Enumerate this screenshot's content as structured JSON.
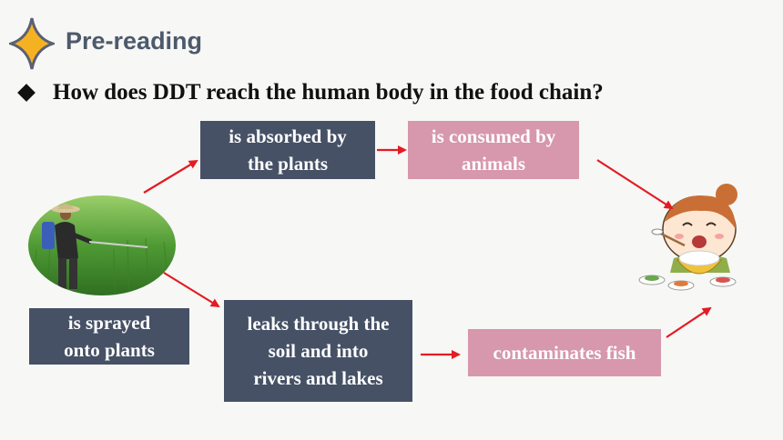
{
  "header": {
    "title": "Pre-reading"
  },
  "question": {
    "text": "How does DDT reach the human body in the food chain?"
  },
  "boxes": {
    "absorbed": "is absorbed by\nthe plants",
    "consumed": "is consumed by\nanimals",
    "sprayed": "is sprayed\nonto plants",
    "leaks": "leaks through the\nsoil and into\nrivers and lakes",
    "fish": "contaminates fish"
  },
  "colors": {
    "navy_box": "#465166",
    "pink_box": "#d797ad",
    "arrow": "#e31b23",
    "star": "#f4b223",
    "title": "#4d5a6c"
  }
}
